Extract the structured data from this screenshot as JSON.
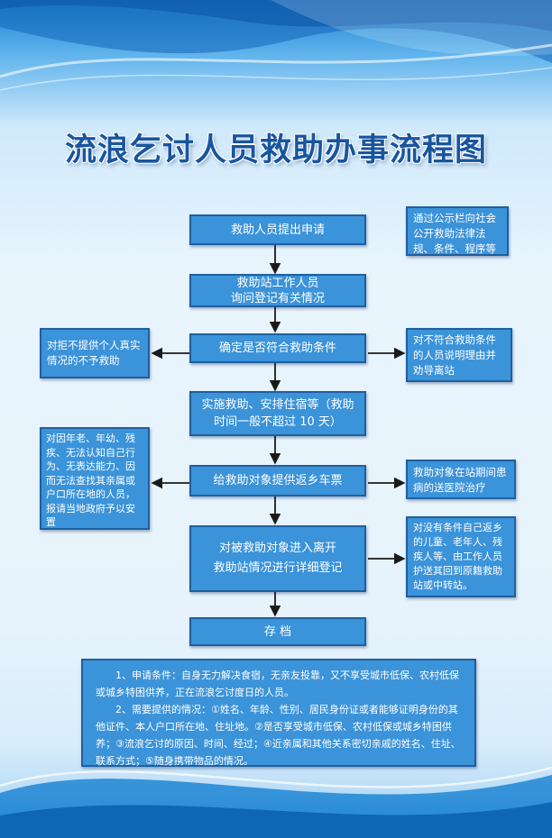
{
  "title": "流浪乞讨人员救助办事流程图",
  "flow": {
    "step1": "救助人员提出申请",
    "step2_line1": "救助站工作人员",
    "step2_line2": "询问登记有关情况",
    "step3": "确定是否符合救助条件",
    "step4_line1": "实施救助、安排住宿等（救助",
    "step4_line2": "时间一般不超过 10 天）",
    "step5": "给救助对象提供返乡车票",
    "step6_line1": "对被救助对象进入离开",
    "step6_line2": "救助站情况进行详细登记",
    "step7": "存 档"
  },
  "side": {
    "publicity": "通过公示栏向社会公开救助法律法规、条件、程序等",
    "refuse": "对拒不提供个人真实情况的不予救助",
    "not_eligible": "对不符合救助条件的人员说明理由并劝导离站",
    "special": "对因年老、年幼、残疾、无法认知自己行为、无表达能力、因而无法查找其亲属或户口所在地的人员，报请当地政府予以安置",
    "sick": "救助对象在站期间患病的送医院治疗",
    "escort": "对没有条件自己返乡的儿童、老年人、残疾人等、由工作人员护送其回到原籍救助站或中转站。"
  },
  "notes": {
    "item1": "1、申请条件：自身无力解决食宿，无亲友投靠，又不享受城市低保、农村低保或城乡特困供养，正在流浪乞讨度日的人员。",
    "item2": "2、需要提供的情况：①姓名、年龄、性别、居民身份证或者能够证明身份的其他证件、本人户口所在地、住址地。②是否享受城市低保、农村低保或城乡特困供养；③流浪乞讨的原因、时间、经过；④近亲属和其他关系密切亲戚的姓名、住址、联系方式；⑤随身携带物品的情况。"
  },
  "colors": {
    "box_fill": "#3b93d9",
    "box_border": "#1f5f9e",
    "title": "#18559e",
    "arrow": "#1a1a1a"
  }
}
